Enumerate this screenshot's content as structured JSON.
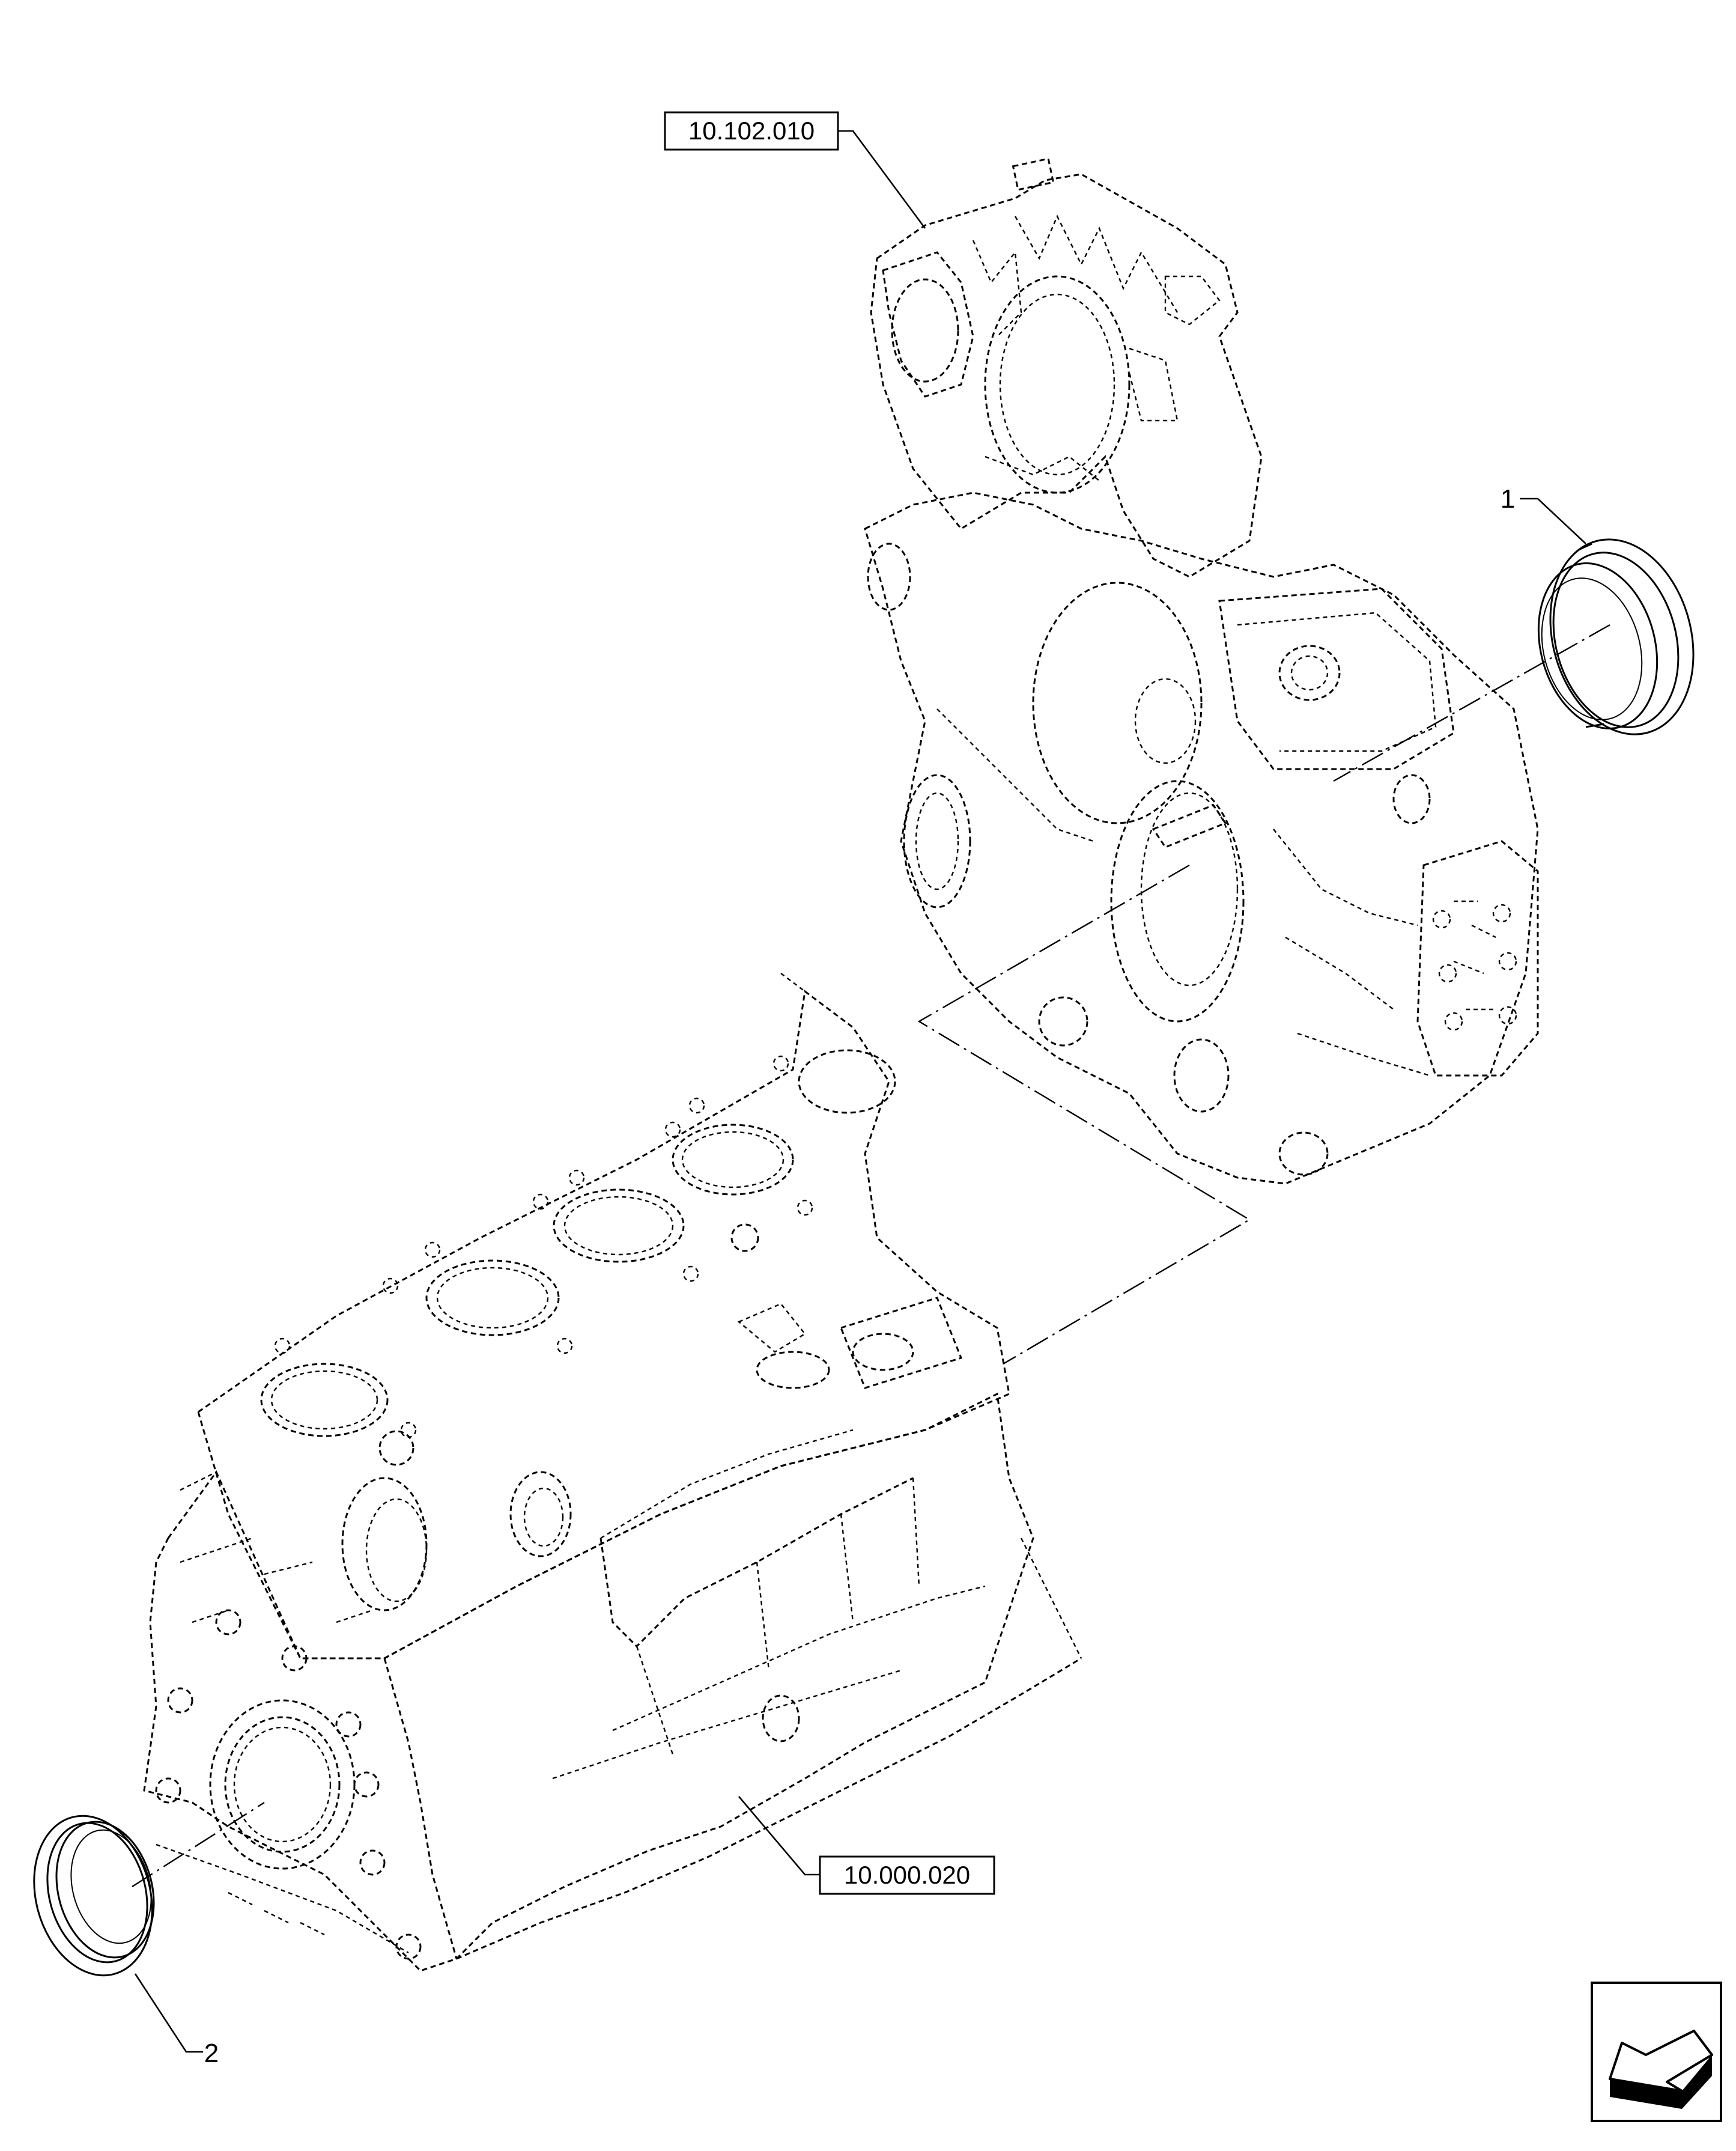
{
  "diagram": {
    "reference_labels": {
      "front_cover": "10.102.010",
      "engine_block": "10.000.020"
    },
    "item_numbers": {
      "seal_front": "1",
      "seal_rear": "2"
    },
    "icons": {
      "navigation": "arrow-left-icon"
    }
  }
}
